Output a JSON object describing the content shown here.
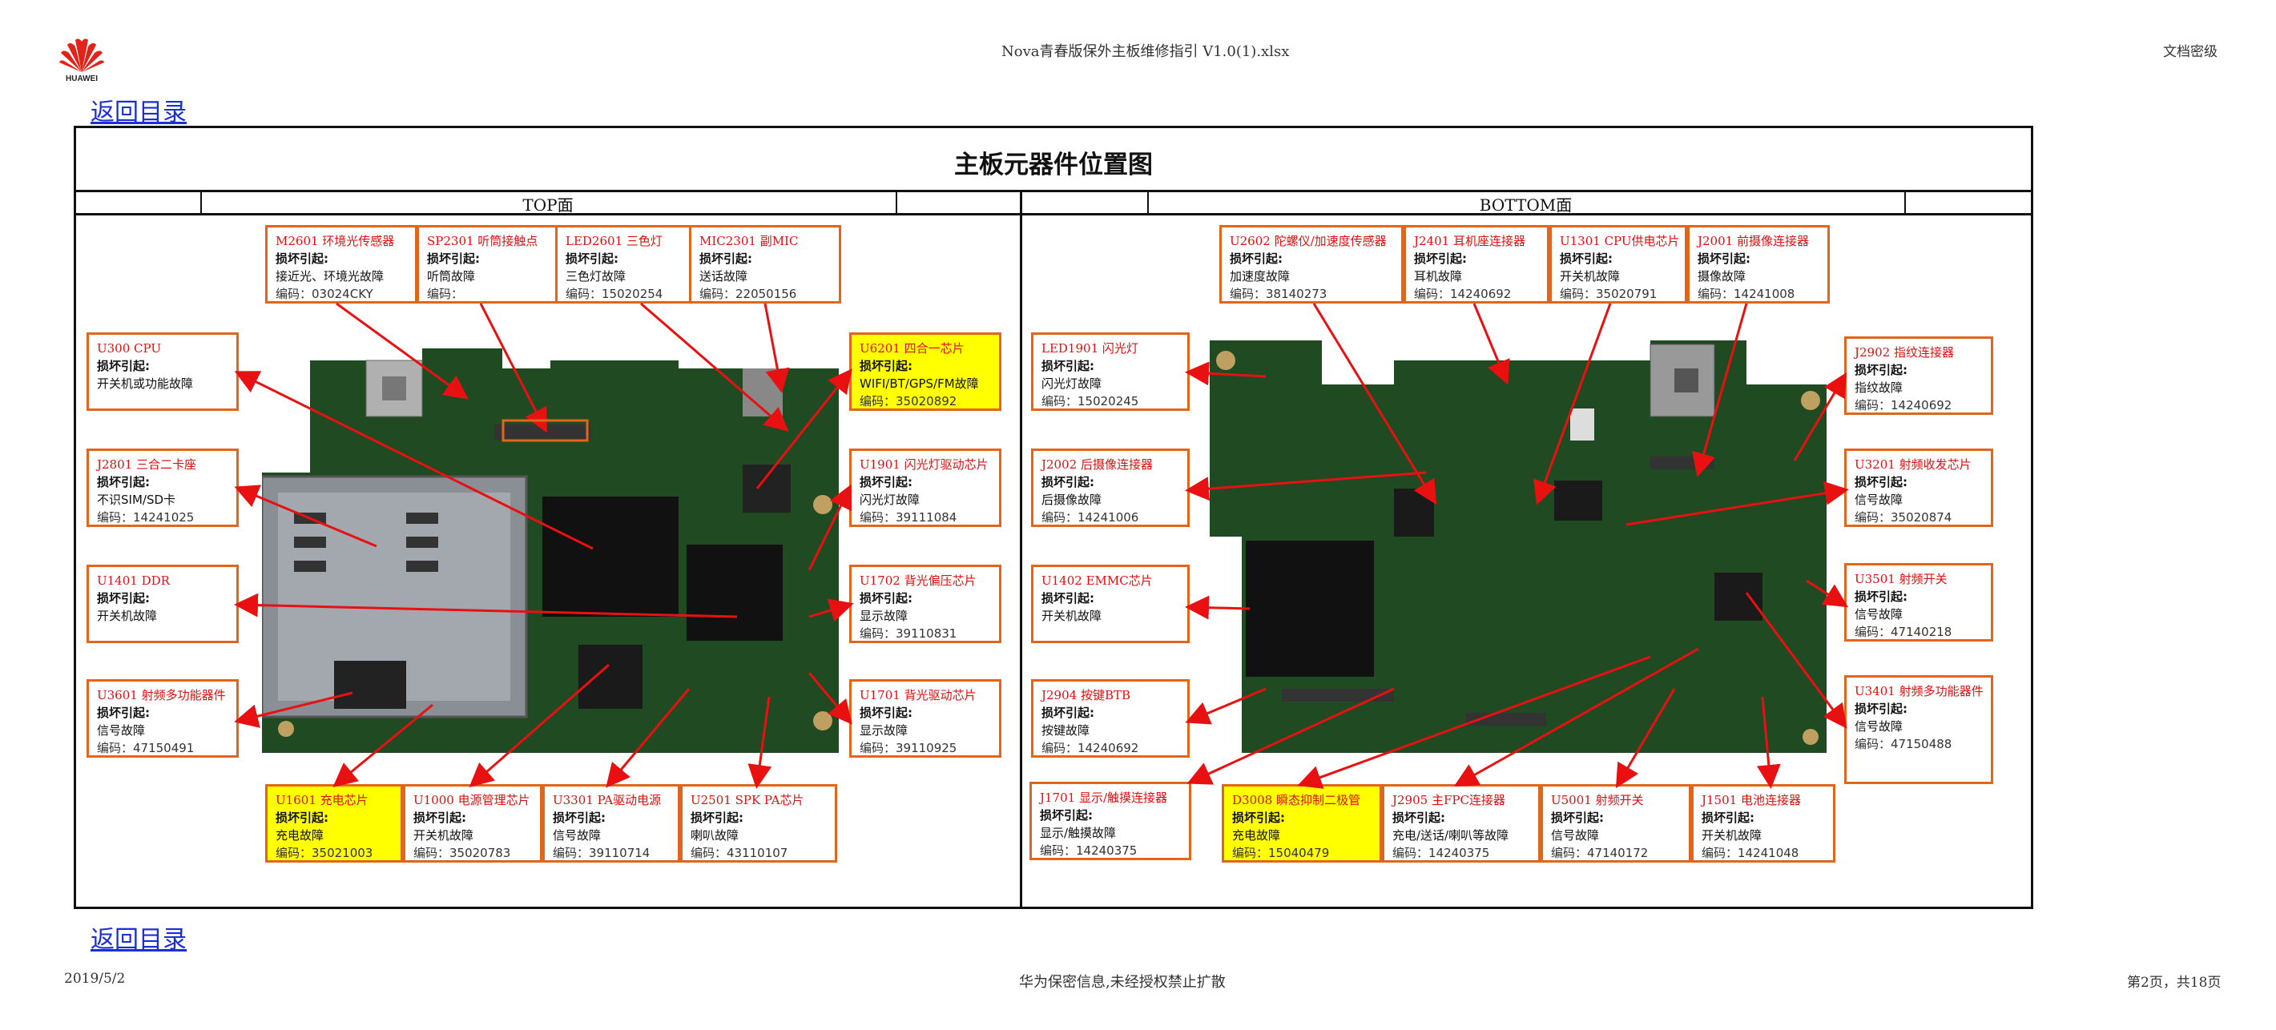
{
  "header": {
    "file_title": "Nova青春版保外主板维修指引 V1.0(1).xlsx",
    "classification": "文档密级",
    "logo_text": "HUAWEI"
  },
  "nav": {
    "back_top": "返回目录",
    "back_bottom": "返回目录"
  },
  "diagram": {
    "title": "主板元器件位置图",
    "top_label": "TOP面",
    "bottom_label": "BOTTOM面"
  },
  "top_labels": [
    {
      "title": "M2601 环境光传感器",
      "cause": "损坏引起:",
      "fault": "接近光、环境光故障",
      "code": "编码：03024CKY"
    },
    {
      "title": "SP2301 听筒接触点",
      "cause": "损坏引起:",
      "fault": "听筒故障",
      "code": "编码："
    },
    {
      "title": "LED2601 三色灯",
      "cause": "损坏引起:",
      "fault": "三色灯故障",
      "code": "编码：15020254"
    },
    {
      "title": "MIC2301 副MIC",
      "cause": "损坏引起:",
      "fault": "送话故障",
      "code": "编码：22050156"
    },
    {
      "title": "U300  CPU",
      "cause": "损坏引起:",
      "fault": "开关机或功能故障",
      "code": ""
    },
    {
      "title": "J2801 三合二卡座",
      "cause": "损坏引起:",
      "fault": "不识SIM/SD卡",
      "code": "编码：14241025"
    },
    {
      "title": "U1401 DDR",
      "cause": "损坏引起:",
      "fault": "开关机故障",
      "code": ""
    },
    {
      "title": "U3601 射频多功能器件",
      "cause": "损坏引起:",
      "fault": "信号故障",
      "code": "编码：47150491"
    },
    {
      "title": "U6201  四合一芯片",
      "cause": "损坏引起:",
      "fault": "WIFI/BT/GPS/FM故障",
      "code": "编码：35020892"
    },
    {
      "title": "U1901  闪光灯驱动芯片",
      "cause": "损坏引起:",
      "fault": "闪光灯故障",
      "code": "编码：39111084"
    },
    {
      "title": "U1702  背光偏压芯片",
      "cause": "损坏引起:",
      "fault": "显示故障",
      "code": "编码：39110831"
    },
    {
      "title": "U1701  背光驱动芯片",
      "cause": "损坏引起:",
      "fault": "显示故障",
      "code": "编码：39110925"
    },
    {
      "title": "U1601  充电芯片",
      "cause": "损坏引起:",
      "fault": "充电故障",
      "code": "编码：35021003"
    },
    {
      "title": "U1000  电源管理芯片",
      "cause": "损坏引起:",
      "fault": "开关机故障",
      "code": "编码：35020783"
    },
    {
      "title": "U3301  PA驱动电源",
      "cause": "损坏引起:",
      "fault": "信号故障",
      "code": "编码：39110714"
    },
    {
      "title": "U2501  SPK  PA芯片",
      "cause": "损坏引起:",
      "fault": "喇叭故障",
      "code": "编码：43110107"
    }
  ],
  "bottom_labels": [
    {
      "title": "U2602 陀螺仪/加速度传感器",
      "cause": "损坏引起:",
      "fault": "加速度故障",
      "code": "编码：38140273"
    },
    {
      "title": "J2401  耳机座连接器",
      "cause": "损坏引起:",
      "fault": "耳机故障",
      "code": "编码：14240692"
    },
    {
      "title": "U1301  CPU供电芯片",
      "cause": "损坏引起:",
      "fault": "开关机故障",
      "code": "编码：35020791"
    },
    {
      "title": "J2001  前摄像连接器",
      "cause": "损坏引起:",
      "fault": "摄像故障",
      "code": "编码：14241008"
    },
    {
      "title": "LED1901  闪光灯",
      "cause": "损坏引起:",
      "fault": "闪光灯故障",
      "code": "编码：15020245"
    },
    {
      "title": "J2002 后摄像连接器",
      "cause": "损坏引起:",
      "fault": "后摄像故障",
      "code": "编码：14241006"
    },
    {
      "title": "U1402  EMMC芯片",
      "cause": "损坏引起:",
      "fault": "开关机故障",
      "code": ""
    },
    {
      "title": "J2904 按键BTB",
      "cause": "损坏引起:",
      "fault": "按键故障",
      "code": "编码：14240692"
    },
    {
      "title": "J1701  显示/触摸连接器",
      "cause": "损坏引起:",
      "fault": "显示/触摸故障",
      "code": "编码：14240375"
    },
    {
      "title": "D3008  瞬态抑制二极管",
      "cause": "损坏引起:",
      "fault": "充电故障",
      "code": "编码：15040479"
    },
    {
      "title": "J2905 主FPC连接器",
      "cause": "损坏引起:",
      "fault": "充电/送话/喇叭等故障",
      "code": "编码：14240375"
    },
    {
      "title": "U5001 射频开关",
      "cause": "损坏引起:",
      "fault": "信号故障",
      "code": "编码：47140172"
    },
    {
      "title": "J1501  电池连接器",
      "cause": "损坏引起:",
      "fault": "开关机故障",
      "code": "编码：14241048"
    },
    {
      "title": "J2902  指纹连接器",
      "cause": "损坏引起:",
      "fault": "指纹故障",
      "code": "编码：14240692"
    },
    {
      "title": "U3201 射频收发芯片",
      "cause": "损坏引起:",
      "fault": "信号故障",
      "code": "编码：35020874"
    },
    {
      "title": "U3501  射频开关",
      "cause": "损坏引起:",
      "fault": "信号故障",
      "code": "编码：47140218"
    },
    {
      "title": "U3401 射频多功能器件",
      "cause": "损坏引起:",
      "fault": "信号故障",
      "code": "编码：47150488"
    }
  ],
  "footer": {
    "date": "2019/5/2",
    "notice": "华为保密信息,未经授权禁止扩散",
    "page": "第2页，共18页"
  },
  "colors": {
    "label_border": "#e0661b",
    "label_title": "#e01010",
    "highlight": "#ffff00",
    "arrow": "#e81010",
    "pcb": "#1f4a22",
    "link": "#1a2fd6"
  }
}
